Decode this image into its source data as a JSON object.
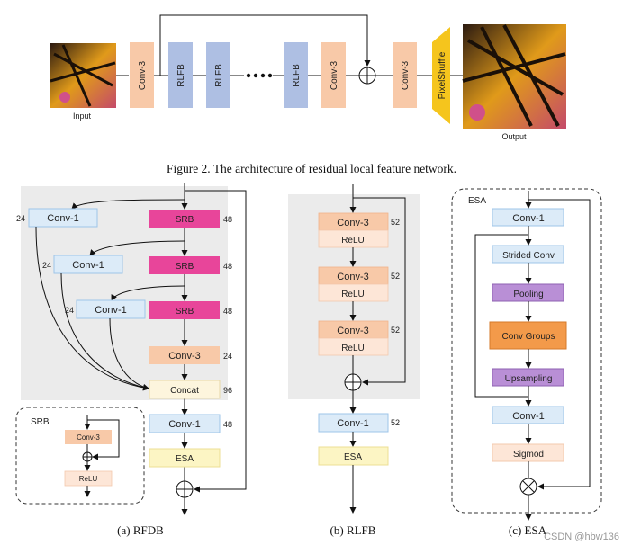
{
  "top": {
    "input_label": "Input",
    "output_label": "Output",
    "blocks": [
      "Conv-3",
      "RLFB",
      "RLFB",
      "RLFB",
      "Conv-3",
      "Conv-3",
      "PixelShuffle"
    ]
  },
  "figure_caption": "Figure 2. The architecture of residual local feature network.",
  "rfdb": {
    "caption": "(a) RFDB",
    "conv1": [
      "Conv-1",
      "Conv-1",
      "Conv-1"
    ],
    "conv1_nums": [
      "24",
      "24",
      "24"
    ],
    "srb": [
      "SRB",
      "SRB",
      "SRB"
    ],
    "srb_nums": [
      "48",
      "48",
      "48"
    ],
    "conv3": "Conv-3",
    "conv3_num": "24",
    "concat": "Concat",
    "concat_num": "96",
    "conv1_out": "Conv-1",
    "conv1_out_num": "48",
    "esa": "ESA"
  },
  "srb_inset": {
    "title": "SRB",
    "conv3": "Conv-3",
    "relu": "ReLU"
  },
  "rlfb": {
    "caption": "(b) RLFB",
    "conv3": [
      "Conv-3",
      "Conv-3",
      "Conv-3"
    ],
    "relu": [
      "ReLU",
      "ReLU",
      "ReLU"
    ],
    "nums": [
      "52",
      "52",
      "52"
    ],
    "conv1": "Conv-1",
    "conv1_num": "52",
    "esa": "ESA"
  },
  "esa": {
    "caption": "(c) ESA",
    "title": "ESA",
    "blocks": [
      "Conv-1",
      "Strided Conv",
      "Pooling",
      "Conv Groups",
      "Upsampling",
      "Conv-1",
      "Sigmod"
    ]
  },
  "watermark": "CSDN @hbw136",
  "colors": {
    "conv3": "#f8c9a8",
    "rlfb": "#aebfe3",
    "pixelshuffle": "#f5c51d",
    "srb": "#e8459a",
    "conv1": "#dcebf8",
    "concat": "#fdf5dd",
    "esa": "#fcf5c4",
    "relu": "#fde6d7",
    "pool": "#b98fd6",
    "convgroups": "#f39a4a",
    "panel": "#ebebeb"
  }
}
